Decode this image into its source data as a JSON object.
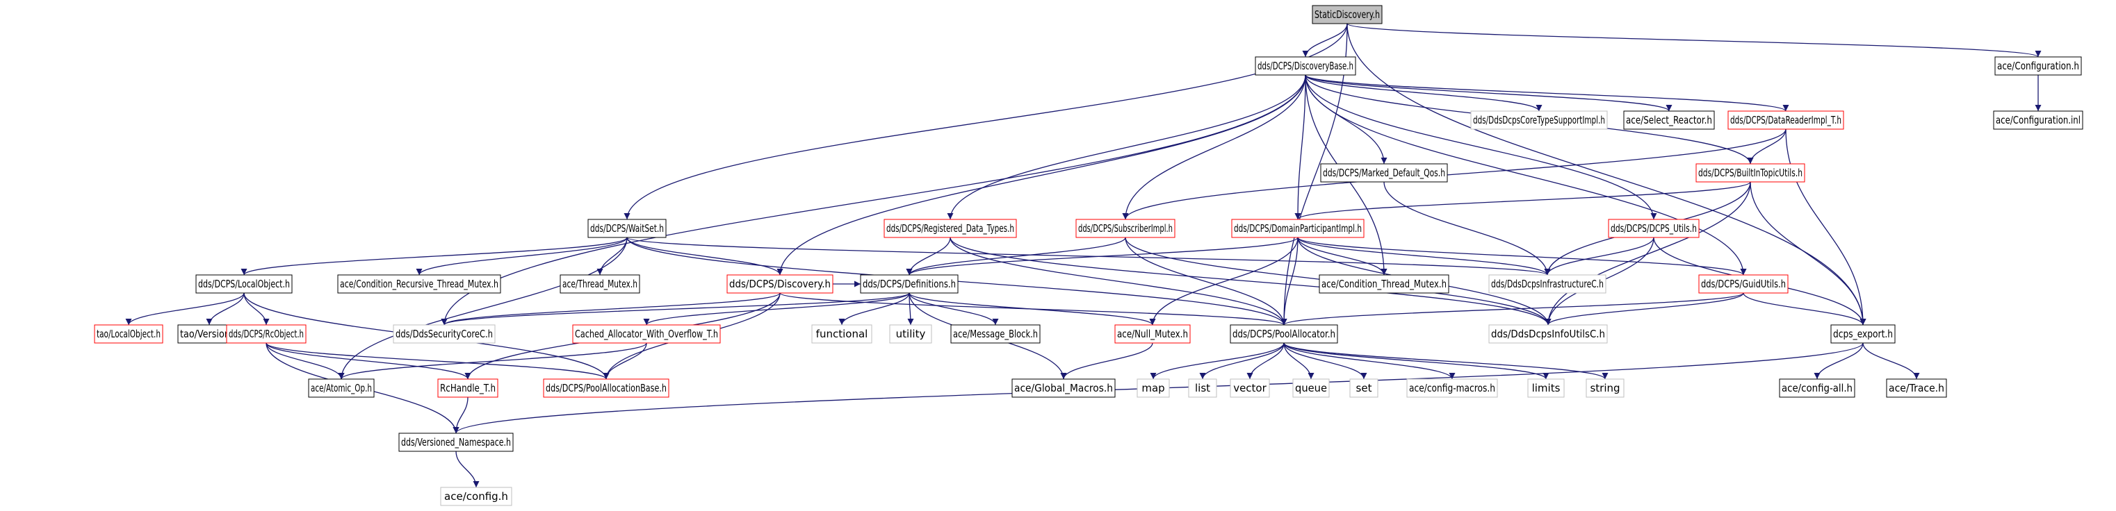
{
  "colors": {
    "edge": "#191970",
    "root_fill": "#bfbfbf",
    "box_black": "#000000",
    "box_red": "#ff0000",
    "box_grey": "#bfbfbf",
    "text": "#000000"
  },
  "nodes": [
    {
      "id": "static_discovery",
      "label": "StaticDiscovery.h",
      "style": "root"
    },
    {
      "id": "discovery_base",
      "label": "dds/DCPS/DiscoveryBase.h",
      "style": "black"
    },
    {
      "id": "ace_configuration",
      "label": "ace/Configuration.h",
      "style": "black"
    },
    {
      "id": "ace_configuration_inl",
      "label": "ace/Configuration.inl",
      "style": "black"
    },
    {
      "id": "dds_core_type_support_impl",
      "label": "dds/DdsDcpsCoreTypeSupportImpl.h",
      "style": "grey"
    },
    {
      "id": "ace_select_reactor",
      "label": "ace/Select_Reactor.h",
      "style": "black"
    },
    {
      "id": "data_reader_impl_t",
      "label": "dds/DCPS/DataReaderImpl_T.h",
      "style": "red"
    },
    {
      "id": "marked_default_qos",
      "label": "dds/DCPS/Marked_Default_Qos.h",
      "style": "black"
    },
    {
      "id": "builtin_topic_utils",
      "label": "dds/DCPS/BuiltInTopicUtils.h",
      "style": "red"
    },
    {
      "id": "wait_set",
      "label": "dds/DCPS/WaitSet.h",
      "style": "black"
    },
    {
      "id": "registered_data_types",
      "label": "dds/DCPS/Registered_Data_Types.h",
      "style": "red"
    },
    {
      "id": "subscriber_impl",
      "label": "dds/DCPS/SubscriberImpl.h",
      "style": "red"
    },
    {
      "id": "domain_participant_impl",
      "label": "dds/DCPS/DomainParticipantImpl.h",
      "style": "red"
    },
    {
      "id": "dcps_utils",
      "label": "dds/DCPS/DCPS_Utils.h",
      "style": "red"
    },
    {
      "id": "local_object",
      "label": "dds/DCPS/LocalObject.h",
      "style": "black"
    },
    {
      "id": "condition_recursive_thread_mutex",
      "label": "ace/Condition_Recursive_Thread_Mutex.h",
      "style": "black"
    },
    {
      "id": "thread_mutex",
      "label": "ace/Thread_Mutex.h",
      "style": "black"
    },
    {
      "id": "discovery",
      "label": "dds/DCPS/Discovery.h",
      "style": "red"
    },
    {
      "id": "definitions",
      "label": "dds/DCPS/Definitions.h",
      "style": "black"
    },
    {
      "id": "condition_thread_mutex",
      "label": "ace/Condition_Thread_Mutex.h",
      "style": "black"
    },
    {
      "id": "infrastructure_c",
      "label": "dds/DdsDcpsInfrastructureC.h",
      "style": "grey"
    },
    {
      "id": "guid_utils",
      "label": "dds/DCPS/GuidUtils.h",
      "style": "red"
    },
    {
      "id": "tao_local_object",
      "label": "tao/LocalObject.h",
      "style": "red"
    },
    {
      "id": "tao_version",
      "label": "tao/Version.h",
      "style": "black"
    },
    {
      "id": "rc_object",
      "label": "dds/DCPS/RcObject.h",
      "style": "red"
    },
    {
      "id": "security_core_c",
      "label": "dds/DdsSecurityCoreC.h",
      "style": "grey"
    },
    {
      "id": "cached_allocator",
      "label": "Cached_Allocator_With_Overflow_T.h",
      "style": "red"
    },
    {
      "id": "functional",
      "label": "functional",
      "style": "grey"
    },
    {
      "id": "utility",
      "label": "utility",
      "style": "grey"
    },
    {
      "id": "ace_message_block",
      "label": "ace/Message_Block.h",
      "style": "black"
    },
    {
      "id": "ace_null_mutex",
      "label": "ace/Null_Mutex.h",
      "style": "red"
    },
    {
      "id": "pool_allocator",
      "label": "dds/DCPS/PoolAllocator.h",
      "style": "black"
    },
    {
      "id": "info_utils_c",
      "label": "dds/DdsDcpsInfoUtilsC.h",
      "style": "grey"
    },
    {
      "id": "dcps_export",
      "label": "dcps_export.h",
      "style": "black"
    },
    {
      "id": "ace_atomic_op",
      "label": "ace/Atomic_Op.h",
      "style": "black"
    },
    {
      "id": "rc_handle_t",
      "label": "RcHandle_T.h",
      "style": "red"
    },
    {
      "id": "pool_allocation_base",
      "label": "dds/DCPS/PoolAllocationBase.h",
      "style": "red"
    },
    {
      "id": "ace_global_macros",
      "label": "ace/Global_Macros.h",
      "style": "black"
    },
    {
      "id": "map",
      "label": "map",
      "style": "grey"
    },
    {
      "id": "list",
      "label": "list",
      "style": "grey"
    },
    {
      "id": "vector",
      "label": "vector",
      "style": "grey"
    },
    {
      "id": "queue",
      "label": "queue",
      "style": "grey"
    },
    {
      "id": "set",
      "label": "set",
      "style": "grey"
    },
    {
      "id": "ace_config_macros",
      "label": "ace/config-macros.h",
      "style": "grey"
    },
    {
      "id": "limits",
      "label": "limits",
      "style": "grey"
    },
    {
      "id": "string",
      "label": "string",
      "style": "grey"
    },
    {
      "id": "ace_config_all",
      "label": "ace/config-all.h",
      "style": "black"
    },
    {
      "id": "ace_trace",
      "label": "ace/Trace.h",
      "style": "black"
    },
    {
      "id": "versioned_namespace",
      "label": "dds/Versioned_Namespace.h",
      "style": "black"
    },
    {
      "id": "ace_config",
      "label": "ace/config.h",
      "style": "grey"
    }
  ],
  "edges": [
    [
      "static_discovery",
      "discovery_base"
    ],
    [
      "static_discovery",
      "wait_set"
    ],
    [
      "static_discovery",
      "ace_configuration"
    ],
    [
      "static_discovery",
      "dcps_export"
    ],
    [
      "static_discovery",
      "pool_allocator"
    ],
    [
      "ace_configuration",
      "ace_configuration_inl"
    ],
    [
      "discovery_base",
      "dds_core_type_support_impl"
    ],
    [
      "discovery_base",
      "ace_select_reactor"
    ],
    [
      "discovery_base",
      "data_reader_impl_t"
    ],
    [
      "discovery_base",
      "marked_default_qos"
    ],
    [
      "discovery_base",
      "builtin_topic_utils"
    ],
    [
      "discovery_base",
      "registered_data_types"
    ],
    [
      "discovery_base",
      "subscriber_impl"
    ],
    [
      "discovery_base",
      "domain_participant_impl"
    ],
    [
      "discovery_base",
      "dcps_utils"
    ],
    [
      "discovery_base",
      "guid_utils"
    ],
    [
      "discovery_base",
      "discovery"
    ],
    [
      "discovery_base",
      "condition_thread_mutex"
    ],
    [
      "discovery_base",
      "security_core_c"
    ],
    [
      "data_reader_impl_t",
      "builtin_topic_utils"
    ],
    [
      "data_reader_impl_t",
      "subscriber_impl"
    ],
    [
      "data_reader_impl_t",
      "dcps_export"
    ],
    [
      "builtin_topic_utils",
      "domain_participant_impl"
    ],
    [
      "builtin_topic_utils",
      "infrastructure_c"
    ],
    [
      "builtin_topic_utils",
      "dcps_export"
    ],
    [
      "builtin_topic_utils",
      "info_utils_c"
    ],
    [
      "marked_default_qos",
      "infrastructure_c"
    ],
    [
      "registered_data_types",
      "definitions"
    ],
    [
      "registered_data_types",
      "pool_allocator"
    ],
    [
      "registered_data_types",
      "info_utils_c"
    ],
    [
      "subscriber_impl",
      "definitions"
    ],
    [
      "subscriber_impl",
      "pool_allocator"
    ],
    [
      "subscriber_impl",
      "info_utils_c"
    ],
    [
      "domain_participant_impl",
      "definitions"
    ],
    [
      "domain_participant_impl",
      "condition_thread_mutex"
    ],
    [
      "domain_participant_impl",
      "infrastructure_c"
    ],
    [
      "domain_participant_impl",
      "guid_utils"
    ],
    [
      "domain_participant_impl",
      "ace_null_mutex"
    ],
    [
      "domain_participant_impl",
      "pool_allocator"
    ],
    [
      "domain_participant_impl",
      "info_utils_c"
    ],
    [
      "dcps_utils",
      "infrastructure_c"
    ],
    [
      "dcps_utils",
      "info_utils_c"
    ],
    [
      "dcps_utils",
      "dcps_export"
    ],
    [
      "guid_utils",
      "info_utils_c"
    ],
    [
      "guid_utils",
      "dcps_export"
    ],
    [
      "guid_utils",
      "pool_allocator"
    ],
    [
      "wait_set",
      "local_object"
    ],
    [
      "wait_set",
      "condition_recursive_thread_mutex"
    ],
    [
      "wait_set",
      "thread_mutex"
    ],
    [
      "wait_set",
      "discovery"
    ],
    [
      "wait_set",
      "infrastructure_c"
    ],
    [
      "wait_set",
      "ace_atomic_op"
    ],
    [
      "wait_set",
      "pool_allocator"
    ],
    [
      "local_object",
      "tao_local_object"
    ],
    [
      "local_object",
      "tao_version"
    ],
    [
      "local_object",
      "rc_object"
    ],
    [
      "local_object",
      "pool_allocation_base"
    ],
    [
      "rc_object",
      "ace_atomic_op"
    ],
    [
      "rc_object",
      "rc_handle_t"
    ],
    [
      "rc_object",
      "pool_allocation_base"
    ],
    [
      "rc_object",
      "versioned_namespace"
    ],
    [
      "discovery",
      "definitions"
    ],
    [
      "discovery",
      "security_core_c"
    ],
    [
      "discovery",
      "rc_handle_t"
    ],
    [
      "discovery",
      "pool_allocation_base"
    ],
    [
      "discovery",
      "pool_allocator"
    ],
    [
      "definitions",
      "cached_allocator"
    ],
    [
      "definitions",
      "functional"
    ],
    [
      "definitions",
      "utility"
    ],
    [
      "definitions",
      "ace_message_block"
    ],
    [
      "definitions",
      "ace_null_mutex"
    ],
    [
      "definitions",
      "ace_global_macros"
    ],
    [
      "definitions",
      "security_core_c"
    ],
    [
      "cached_allocator",
      "ace_atomic_op"
    ],
    [
      "cached_allocator",
      "pool_allocation_base"
    ],
    [
      "ace_null_mutex",
      "ace_global_macros"
    ],
    [
      "pool_allocator",
      "map"
    ],
    [
      "pool_allocator",
      "list"
    ],
    [
      "pool_allocator",
      "vector"
    ],
    [
      "pool_allocator",
      "queue"
    ],
    [
      "pool_allocator",
      "set"
    ],
    [
      "pool_allocator",
      "ace_config_macros"
    ],
    [
      "pool_allocator",
      "limits"
    ],
    [
      "pool_allocator",
      "string"
    ],
    [
      "dcps_export",
      "ace_config_all"
    ],
    [
      "dcps_export",
      "ace_trace"
    ],
    [
      "dcps_export",
      "versioned_namespace"
    ],
    [
      "rc_handle_t",
      "versioned_namespace"
    ],
    [
      "versioned_namespace",
      "ace_config"
    ]
  ]
}
